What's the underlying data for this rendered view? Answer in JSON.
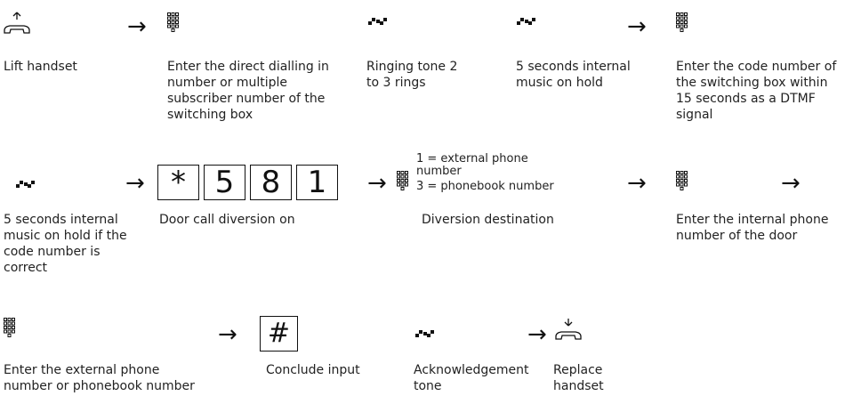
{
  "row1": {
    "lift": "Lift handset",
    "enter_direct": "Enter the direct dialling in number or multiple subscriber number of the switching box",
    "ringing": "Ringing tone 2 to 3 rings",
    "music": "5 seconds internal music on hold",
    "enter_code": "Enter the code number of the switching box within 15 seconds as a DTMF signal"
  },
  "row2": {
    "music_correct": "5 seconds internal music on hold if the code number is correct",
    "keys": [
      "*",
      "5",
      "8",
      "1"
    ],
    "door_call": "Door call diversion on",
    "option1": "1 = external phone number",
    "option3": "3 = phonebook number",
    "diversion_dest": "Diversion destination",
    "enter_internal": "Enter the internal phone number of the door"
  },
  "row3": {
    "enter_external": "Enter the external phone number or phonebook number",
    "hash_key": "#",
    "conclude": "Conclude input",
    "ack": "Acknowledgement tone",
    "replace": "Replace handset"
  },
  "icons": {
    "arrow": "→",
    "keypad": "keypad-icon",
    "tone": "tone-icon",
    "lift": "handset-lift-icon",
    "replace": "handset-replace-icon"
  }
}
